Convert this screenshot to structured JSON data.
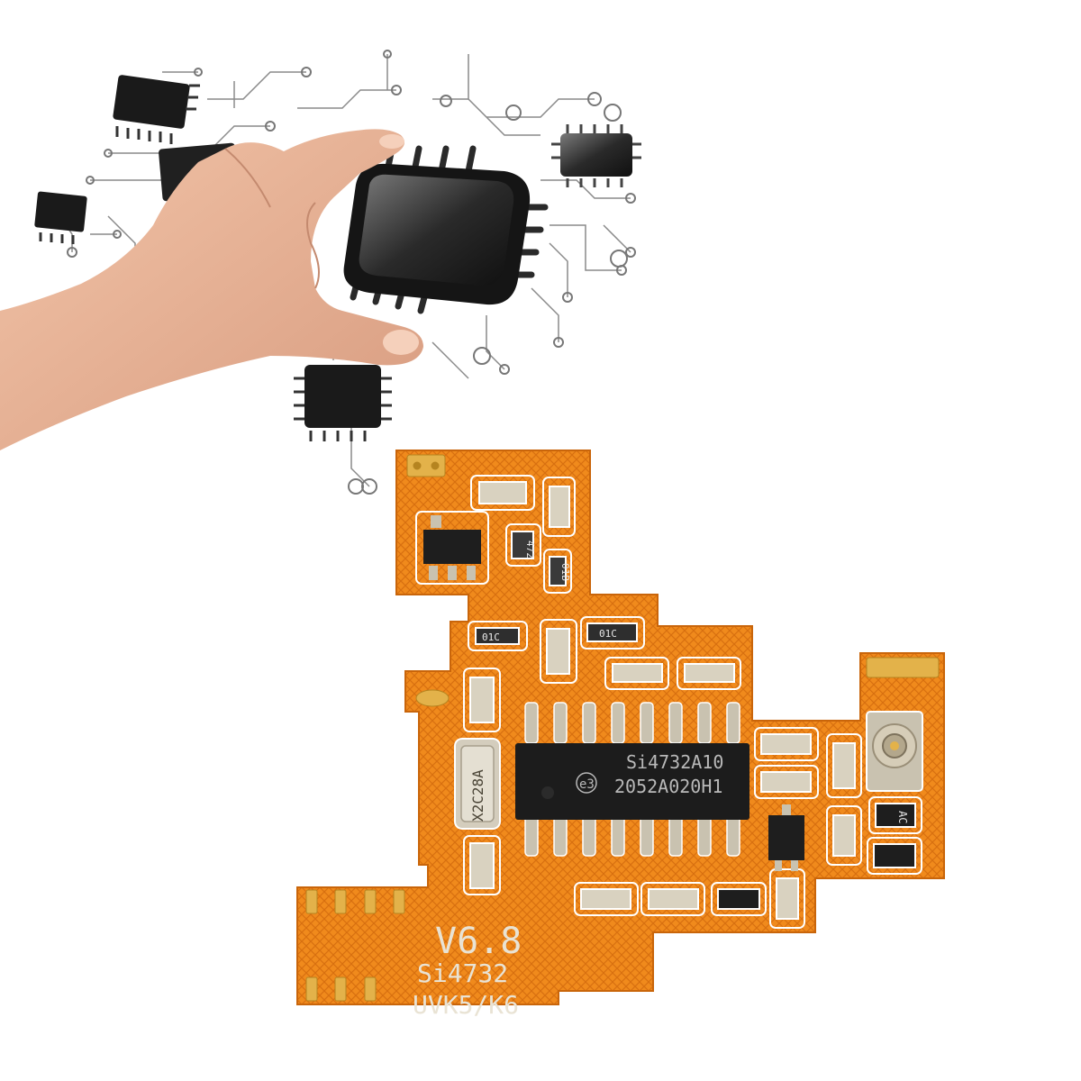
{
  "colors": {
    "background": "#ffffff",
    "pcb": "#f08a1c",
    "pcb_dark": "#c9650a",
    "silkscreen": "#ffffff",
    "ic": "#1c1c1c",
    "pads": "#c9c2b0",
    "gold": "#e3b24a",
    "skin": "#e8b49a"
  },
  "illustration": {
    "subject": "hand placing microchip onto circuit schematic",
    "icon": "microchip-icon"
  },
  "board": {
    "version": "V6.8",
    "chip_name": "Si4732",
    "model": "UVK5/K6",
    "main_ic_line1": "Si4732A10",
    "main_ic_line2": "2052A020H1",
    "main_ic_mark": "e3",
    "crystal_label": "X2C28A",
    "resistor_labels": [
      "472",
      "01B",
      "01C",
      "01C"
    ],
    "diode_label": "AC"
  }
}
